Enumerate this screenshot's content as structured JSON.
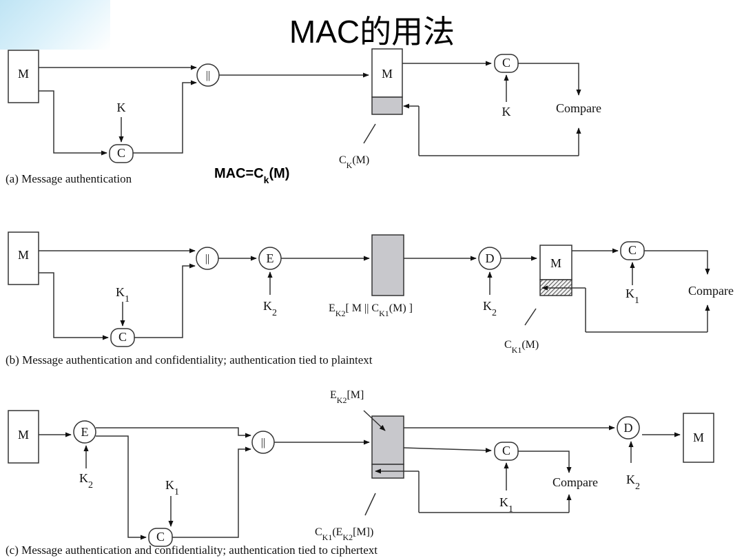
{
  "title": "MAC的用法",
  "mac_formula": {
    "prefix": "MAC=C",
    "sub": "k",
    "suffix": "(M)"
  },
  "symbols": {
    "message": "M",
    "concat": "||",
    "mac_fn": "C",
    "encrypt": "E",
    "decrypt": "D",
    "compare": "Compare",
    "key": "K",
    "key1": "K",
    "key1_sub": "1",
    "key2": "K",
    "key2_sub": "2"
  },
  "labels": {
    "a_mac": {
      "base": "C",
      "sub": "K",
      "tail": "(M)"
    },
    "b_cipher": {
      "p1": "E",
      "s1": "K2",
      "p2": "[ M || C",
      "s2": "K1",
      "p3": "(M) ]"
    },
    "b_mac": {
      "base": "C",
      "sub": "K1",
      "tail": "(M)"
    },
    "c_cipher": {
      "p1": "E",
      "s1": "K2",
      "p2": "[M]"
    },
    "c_mac": {
      "p1": "C",
      "s1": "K1",
      "p2": "(E",
      "s2": "K2",
      "p3": "[M])"
    }
  },
  "captions": {
    "a": "(a) Message authentication",
    "b": "(b) Message authentication and confidentiality; authentication tied to plaintext",
    "c": "(c) Message authentication and confidentiality; authentication tied to ciphertext"
  }
}
